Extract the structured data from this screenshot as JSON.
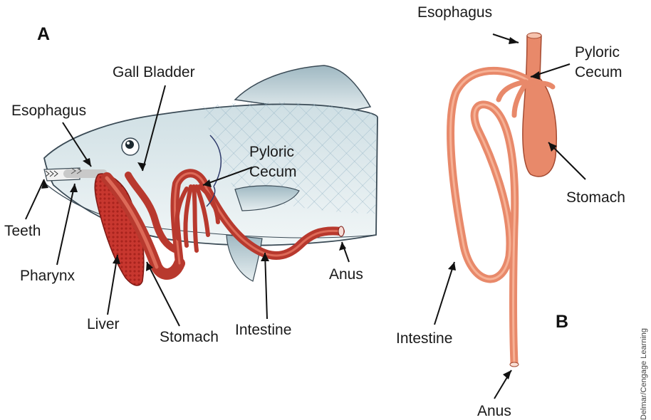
{
  "figure": {
    "panel_a": {
      "letter": "A",
      "labels": {
        "gall_bladder": "Gall Bladder",
        "esophagus": "Esophagus",
        "pyloric_line1": "Pyloric",
        "pyloric_line2": "Cecum",
        "teeth": "Teeth",
        "pharynx": "Pharynx",
        "liver": "Liver",
        "stomach": "Stomach",
        "intestine": "Intestine",
        "anus": "Anus"
      }
    },
    "panel_b": {
      "letter": "B",
      "labels": {
        "esophagus": "Esophagus",
        "pyloric_line1": "Pyloric",
        "pyloric_line2": "Cecum",
        "stomach": "Stomach",
        "intestine": "Intestine",
        "anus": "Anus"
      }
    },
    "credit": "Delmar/Cengage Learning"
  },
  "colors": {
    "fish_body": "#dfeaec",
    "organ_red": "#b8392e",
    "liver_red": "#c8372f",
    "digestive_peach": "#e8896a"
  }
}
